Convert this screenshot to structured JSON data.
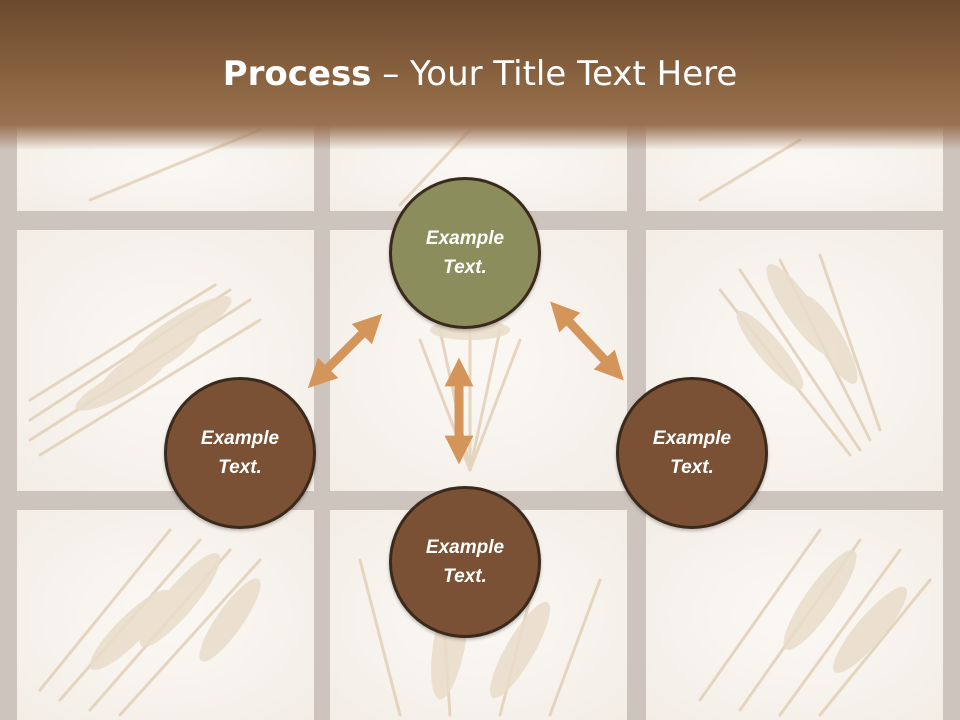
{
  "slide": {
    "title_bold": "Process",
    "title_rest": " – Your Title Text Here"
  },
  "colors": {
    "header_brown": "#8a6340",
    "node_center": "#8b8e5c",
    "node_outer": "#7a5134",
    "arrow": "#d4955a",
    "grid_line": "#cdc4bd"
  },
  "nodes": {
    "top": {
      "label": "Example\nText."
    },
    "left": {
      "label": "Example\nText."
    },
    "right": {
      "label": "Example\nText."
    },
    "bottom": {
      "label": "Example\nText."
    }
  }
}
